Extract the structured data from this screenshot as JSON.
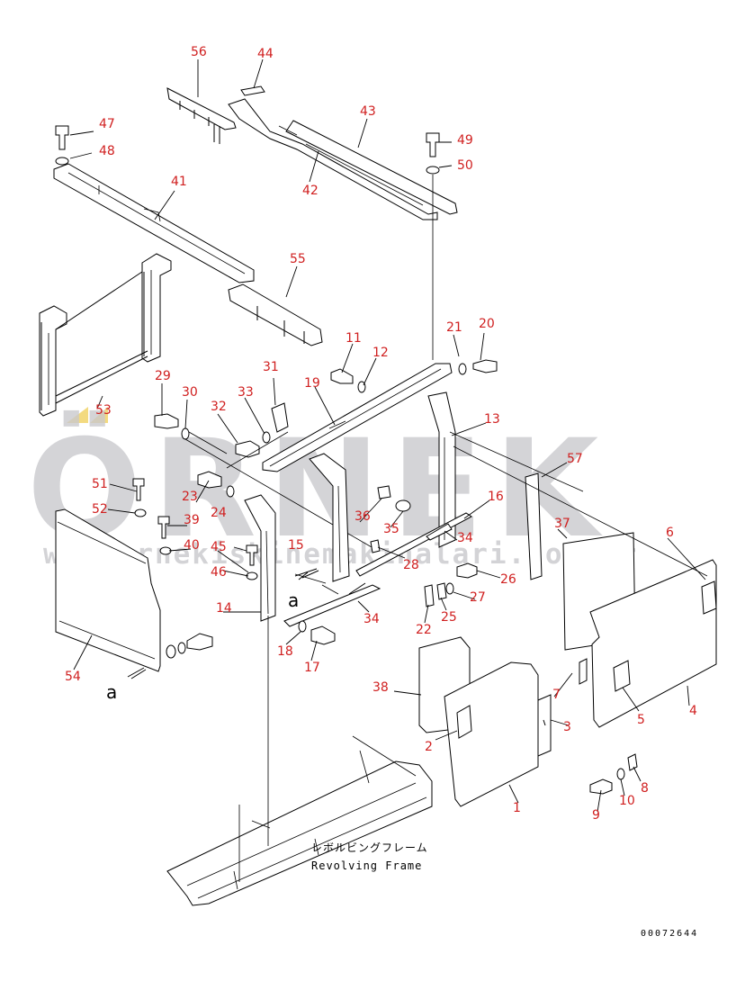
{
  "diagram": {
    "frame_label_jp": "レボルビングフレーム",
    "frame_label_en": "Revolving Frame",
    "view_letters": [
      "a",
      "a"
    ],
    "drawing_code": "00072644",
    "watermark": {
      "main_text": "ÖRNEK",
      "url_text": "www.ornekiskinemakinalari.com.tr"
    },
    "callouts": [
      {
        "id": "56",
        "text": "56"
      },
      {
        "id": "44",
        "text": "44"
      },
      {
        "id": "43",
        "text": "43"
      },
      {
        "id": "42",
        "text": "42"
      },
      {
        "id": "47",
        "text": "47"
      },
      {
        "id": "48",
        "text": "48"
      },
      {
        "id": "49",
        "text": "49"
      },
      {
        "id": "50",
        "text": "50"
      },
      {
        "id": "41",
        "text": "41"
      },
      {
        "id": "55",
        "text": "55"
      },
      {
        "id": "21",
        "text": "21"
      },
      {
        "id": "20",
        "text": "20"
      },
      {
        "id": "11",
        "text": "11"
      },
      {
        "id": "12",
        "text": "12"
      },
      {
        "id": "31",
        "text": "31"
      },
      {
        "id": "19",
        "text": "19"
      },
      {
        "id": "29",
        "text": "29"
      },
      {
        "id": "30",
        "text": "30"
      },
      {
        "id": "33",
        "text": "33"
      },
      {
        "id": "32",
        "text": "32"
      },
      {
        "id": "53",
        "text": "53"
      },
      {
        "id": "13",
        "text": "13"
      },
      {
        "id": "57",
        "text": "57"
      },
      {
        "id": "51",
        "text": "51"
      },
      {
        "id": "23",
        "text": "23"
      },
      {
        "id": "52",
        "text": "52"
      },
      {
        "id": "39",
        "text": "39"
      },
      {
        "id": "24",
        "text": "24"
      },
      {
        "id": "36",
        "text": "36"
      },
      {
        "id": "16",
        "text": "16"
      },
      {
        "id": "35",
        "text": "35"
      },
      {
        "id": "37",
        "text": "37"
      },
      {
        "id": "6",
        "text": "6"
      },
      {
        "id": "40",
        "text": "40"
      },
      {
        "id": "45",
        "text": "45"
      },
      {
        "id": "15",
        "text": "15"
      },
      {
        "id": "34a",
        "text": "34"
      },
      {
        "id": "28",
        "text": "28"
      },
      {
        "id": "46",
        "text": "46"
      },
      {
        "id": "26",
        "text": "26"
      },
      {
        "id": "27",
        "text": "27"
      },
      {
        "id": "14",
        "text": "14"
      },
      {
        "id": "34b",
        "text": "34"
      },
      {
        "id": "25",
        "text": "25"
      },
      {
        "id": "22",
        "text": "22"
      },
      {
        "id": "18",
        "text": "18"
      },
      {
        "id": "17",
        "text": "17"
      },
      {
        "id": "54",
        "text": "54"
      },
      {
        "id": "38",
        "text": "38"
      },
      {
        "id": "7",
        "text": "7"
      },
      {
        "id": "5",
        "text": "5"
      },
      {
        "id": "4",
        "text": "4"
      },
      {
        "id": "3",
        "text": "3"
      },
      {
        "id": "2",
        "text": "2"
      },
      {
        "id": "8",
        "text": "8"
      },
      {
        "id": "1",
        "text": "1"
      },
      {
        "id": "10",
        "text": "10"
      },
      {
        "id": "9",
        "text": "9"
      }
    ]
  }
}
